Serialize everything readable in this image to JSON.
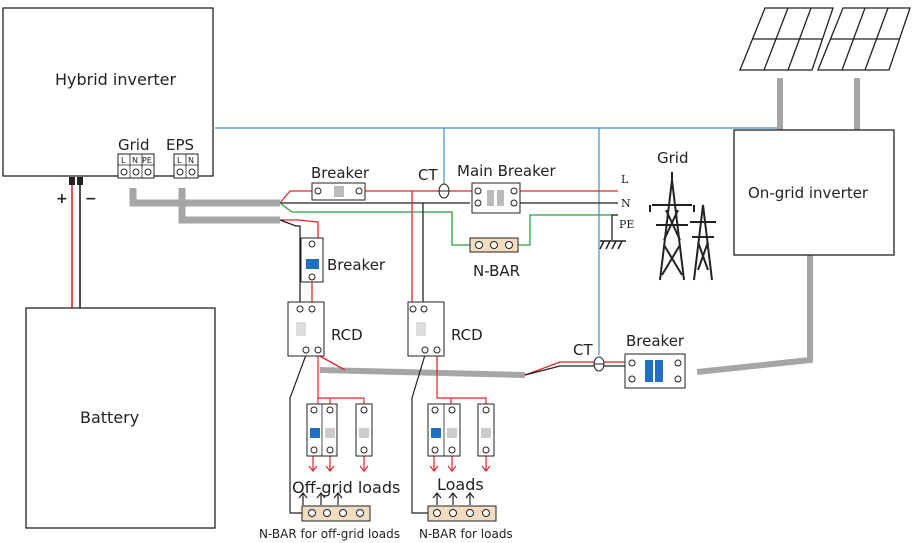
{
  "labels": {
    "hybrid_inverter": "Hybrid inverter",
    "battery": "Battery",
    "on_grid_inverter": "On-grid inverter",
    "grid_port": "Grid",
    "eps_port": "EPS",
    "grid_term_l": "L",
    "grid_term_n": "N",
    "grid_term_pe": "PE",
    "eps_term_l": "L",
    "eps_term_n": "N",
    "batt_plus": "+",
    "batt_minus": "−",
    "breaker_top": "Breaker",
    "main_breaker": "Main Breaker",
    "ct_top": "CT",
    "ct_bottom": "CT",
    "grid_tower": "Grid",
    "line_l": "L",
    "line_n": "N",
    "line_pe": "PE",
    "n_bar": "N-BAR",
    "breaker_mid": "Breaker",
    "rcd_left": "RCD",
    "rcd_right": "RCD",
    "breaker_right": "Breaker",
    "off_grid_loads": "Off-grid loads",
    "loads": "Loads",
    "n_bar_offgrid": "N-BAR for off-grid loads",
    "n_bar_loads": "N-BAR for loads"
  },
  "colors": {
    "line": "#e5262a",
    "neutral": "#222222",
    "earth": "#2e9e47",
    "comm": "#3d8fd1",
    "cable": "#a6a6a6",
    "nbar": "#f3dcc2",
    "breaker_blue": "#1f6fc5"
  }
}
